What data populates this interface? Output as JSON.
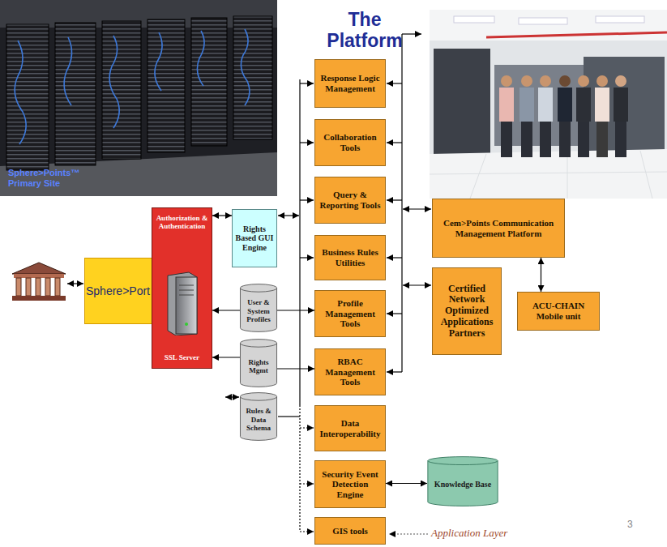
{
  "diagram": {
    "title": "The Platform",
    "nodes": [
      {
        "text": [
          "Response Logic Management"
        ]
      },
      {
        "text": [
          "Collaboration Tools"
        ]
      },
      {
        "text": [
          "Query & Reporting Tools"
        ]
      },
      {
        "text": [
          "Business Rules Utilities"
        ]
      },
      {
        "text": [
          "Profile Management Tools"
        ]
      },
      {
        "text": [
          "RBAC Management Tools"
        ]
      },
      {
        "text": [
          "Data Interoperability"
        ]
      },
      {
        "text": [
          "Security Event Detection Engine"
        ]
      },
      {
        "text": [
          "GIS tools"
        ]
      },
      {
        "text": [
          "Sphere>Port"
        ]
      },
      {
        "text": [
          "Authorization & Authentication",
          "SSL Server"
        ]
      },
      {
        "text": [
          "Rights Based GUI Engine"
        ]
      },
      {
        "text": [
          "User & System Profiles"
        ]
      },
      {
        "text": [
          "Rights Mgmt"
        ]
      },
      {
        "text": [
          "Rules & Data Schema"
        ]
      },
      {
        "text": [
          "Cem>Points Communication Management Platform"
        ]
      },
      {
        "text": [
          "Certified Network Optimized Applications Partners"
        ]
      },
      {
        "text": [
          "ACU-CHAIN Mobile unit"
        ]
      },
      {
        "text": [
          "Knowledge Base"
        ]
      }
    ],
    "edges": [
      {
        "from": 10,
        "to": 11,
        "arrow": "both"
      },
      {
        "from": 12,
        "to": 10,
        "arrow": "to"
      },
      {
        "from": 13,
        "to": 10,
        "arrow": "to"
      },
      {
        "from": 12,
        "to": 4,
        "arrow": "to"
      },
      {
        "from": 13,
        "to": 5,
        "arrow": "to"
      },
      {
        "from": 15,
        "to": 17,
        "arrow": "both"
      },
      {
        "from": 18,
        "to": 7,
        "arrow": "both"
      }
    ],
    "labels": [
      "Sphere>Points™ Primary Site",
      "Application Layer",
      "3"
    ]
  }
}
